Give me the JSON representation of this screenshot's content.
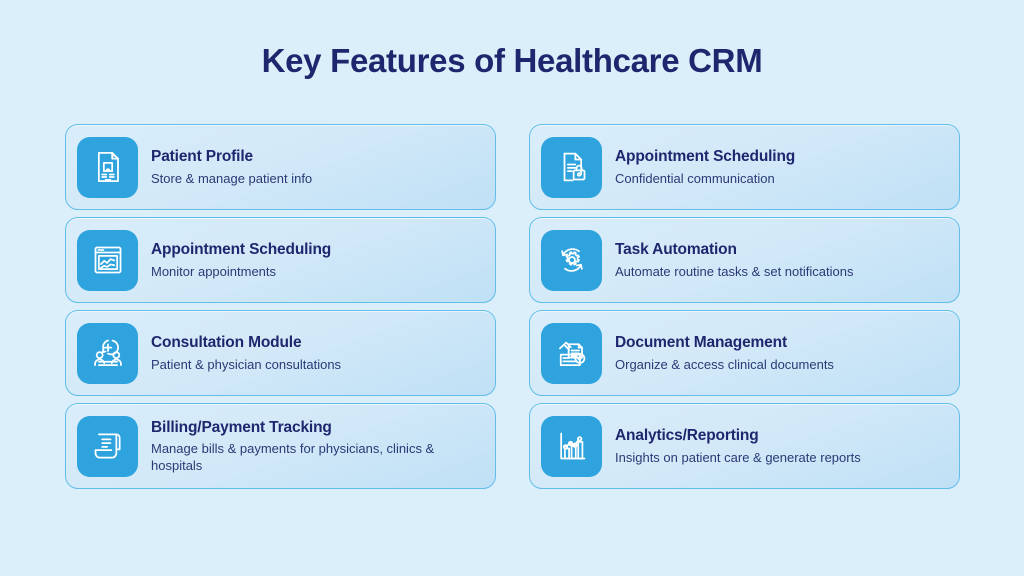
{
  "header": {
    "title": "Key Features of Healthcare CRM"
  },
  "theme": {
    "background": "#dbeffb",
    "card_background": "#d6ebfa",
    "card_border": "#62bde9",
    "icon_tile": "#2ea3dd",
    "title_color": "#1e276e",
    "text_color": "#2b3a75",
    "icon_color": "#ffffff"
  },
  "features": {
    "left_column": [
      {
        "title": "Patient Profile",
        "description": "Store & manage patient info",
        "icon": "patient-profile-document-icon"
      },
      {
        "title": "Appointment Scheduling",
        "description": "Monitor appointments",
        "icon": "appointment-chart-window-icon"
      },
      {
        "title": "Consultation Module",
        "description": "Patient & physician consultations",
        "icon": "consultation-people-medical-icon"
      },
      {
        "title": "Billing/Payment Tracking",
        "description": "Manage bills & payments for physicians, clinics & hospitals",
        "icon": "billing-receipt-icon"
      }
    ],
    "right_column": [
      {
        "title": "Appointment Scheduling",
        "description": "Confidential communication",
        "icon": "document-lock-icon"
      },
      {
        "title": "Task Automation",
        "description": "Automate routine tasks & set notifications",
        "icon": "gear-refresh-icon"
      },
      {
        "title": "Document Management",
        "description": "Organize & access clinical documents",
        "icon": "documents-check-icon"
      },
      {
        "title": "Analytics/Reporting",
        "description": "Insights on patient care & generate reports",
        "icon": "bar-chart-trend-icon"
      }
    ]
  }
}
